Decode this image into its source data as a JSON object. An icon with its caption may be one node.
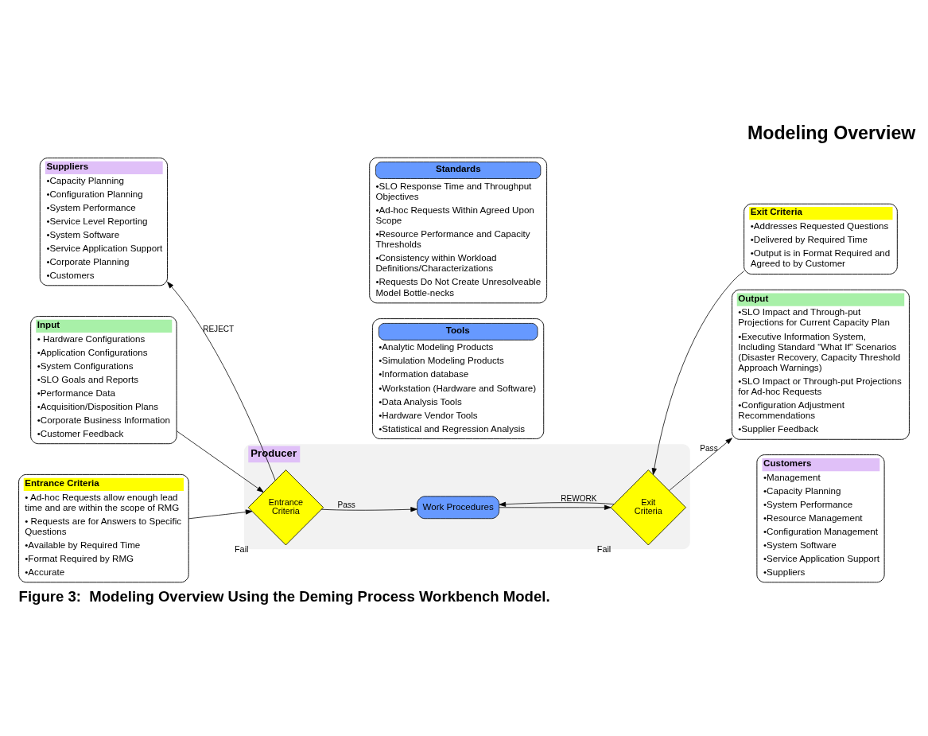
{
  "diagram": {
    "title": "Modeling Overview",
    "caption": "Figure 3:  Modeling Overview Using the Deming Process Workbench Model.",
    "nodes": [
      {
        "text": [
          "Suppliers",
          "•Capacity Planning",
          "•Configuration Planning",
          "•System Performance",
          "•Service Level Reporting",
          "•System Software",
          "•Service Application Support",
          "•Corporate Planning",
          "•Customers"
        ]
      },
      {
        "text": [
          "Producer"
        ]
      },
      {
        "text": [
          "Entrance Criteria"
        ],
        "in": 1,
        "beside": [
          "Fail"
        ]
      },
      {
        "text": [
          "Work Procedures"
        ],
        "in": 1
      },
      {
        "text": [
          "Exit Criteria"
        ],
        "in": 1,
        "beside": [
          "Fail"
        ]
      },
      {
        "text": [
          "Customers",
          "•Management",
          "•Capacity Planning",
          "•System Performance",
          "•Resource Management",
          "•Configuration Management",
          "•System Software",
          "•Service Application Support",
          "•Suppliers"
        ]
      },
      {
        "text": [
          "Input",
          "• Hardware Configurations",
          "•Application Configurations",
          "•System Configurations",
          "•SLO Goals and Reports",
          "•Performance Data",
          "•Acquisition/Disposition Plans",
          "•Corporate Business Information",
          "•Customer Feedback"
        ]
      },
      {
        "text": [
          "Output",
          "•SLO Impact and Through-put Projections for Current Capacity Plan",
          "•Executive Information System, Including Standard “What If” Scenarios (Disaster Recovery, Capacity Threshold Approach Warnings)",
          "•SLO Impact or Through-put Projections for Ad-hoc Requests",
          "•Configuration Adjustment Recommendations",
          "•Supplier Feedback"
        ]
      },
      {
        "text": [
          "Entrance Criteria",
          "• Ad-hoc Requests allow enough lead time and are within the scope of RMG",
          "• Requests are for Answers to Specific Questions",
          "•Available by Required Time",
          "•Format Required by RMG",
          "•Accurate"
        ]
      },
      {
        "text": [
          "Exit Criteria",
          "•Addresses Requested Questions",
          "•Delivered by Required Time",
          "•Output is in Format Required and Agreed to by Customer"
        ]
      },
      {
        "text": [
          "Tools",
          "•Analytic Modeling Products",
          "•Simulation Modeling Products",
          "•Information database",
          "•Workstation (Hardware and Software)",
          "•Data Analysis Tools",
          "•Hardware Vendor Tools",
          "•Statistical and Regression Analysis"
        ]
      },
      {
        "text": [
          "Standards",
          "•SLO Response Time and Throughput Objectives",
          "•Ad-hoc Requests Within Agreed Upon Scope",
          "•Resource Performance and Capacity Thresholds",
          "•Consistency within Workload Definitions/Characterizations",
          "•Requests Do Not Create Unresolveable Model Bottle-necks"
        ]
      }
    ],
    "edges": [
      {
        "from": 2,
        "to": 0,
        "arrow": "to",
        "label": "REJECT"
      },
      {
        "from": 2,
        "to": 3,
        "arrow": "to",
        "label": "Pass"
      },
      {
        "from": 3,
        "to": 4,
        "arrow": "to"
      },
      {
        "from": 4,
        "to": 3,
        "arrow": "to",
        "label": "REWORK"
      },
      {
        "from": 4,
        "to": 7,
        "arrow": "to",
        "label": "Pass"
      },
      {
        "from": 6,
        "to": 2,
        "arrow": "to"
      },
      {
        "from": 8,
        "to": 2,
        "arrow": "to"
      },
      {
        "from": 9,
        "to": 4,
        "arrow": "to"
      }
    ]
  }
}
